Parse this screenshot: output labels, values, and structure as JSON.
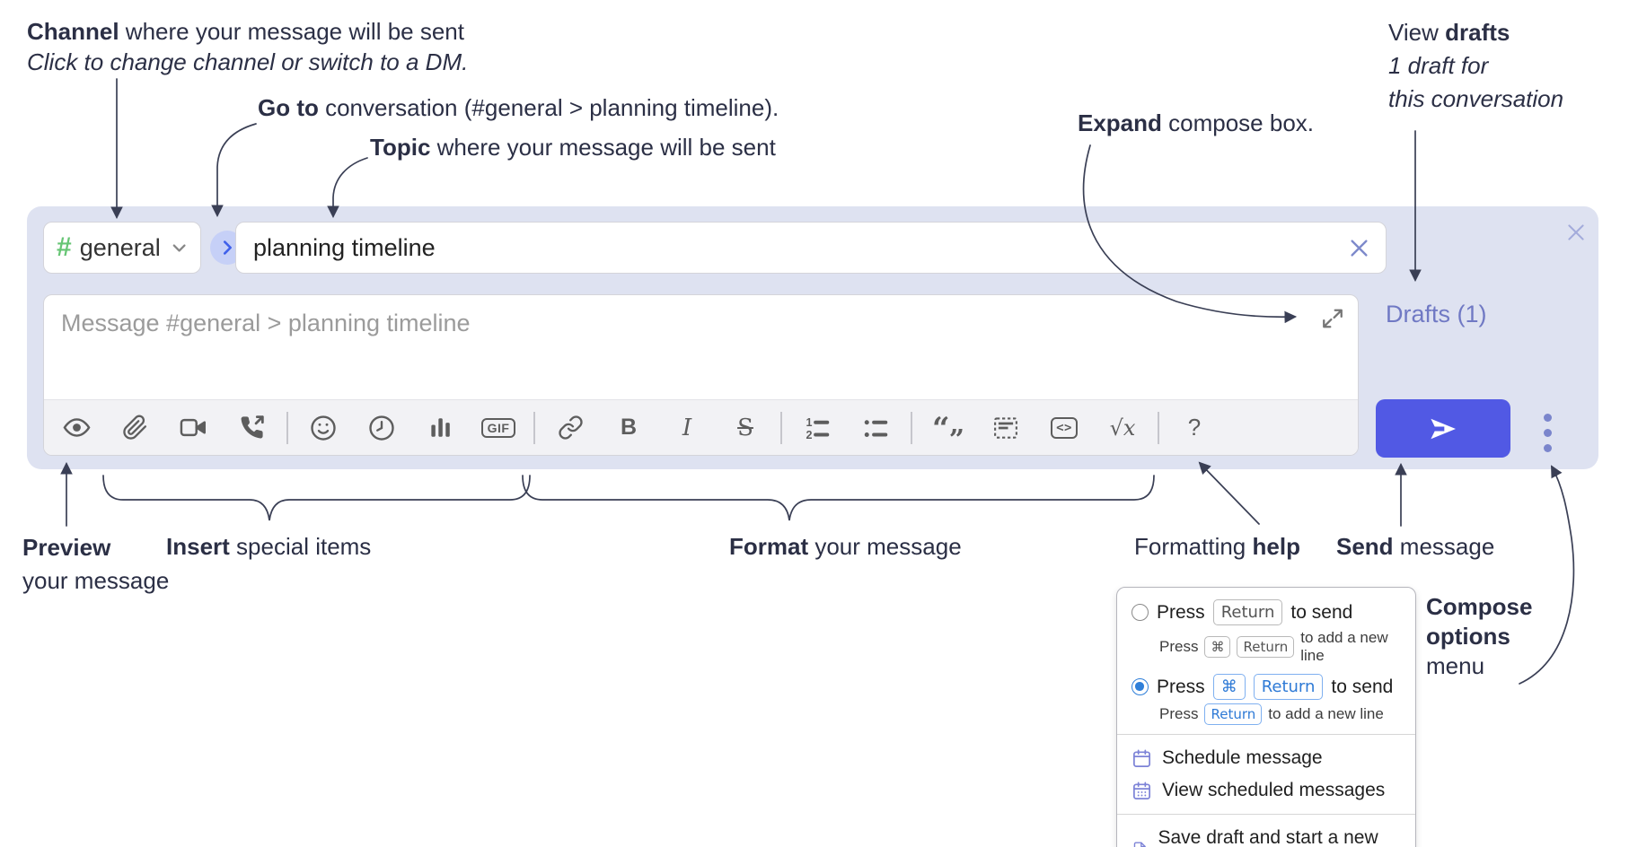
{
  "annotations": {
    "channel_line1_bold": "Channel",
    "channel_line1_rest": " where your message will be sent",
    "channel_line2": "Click to change channel or switch to a DM.",
    "goto_bold": "Go to",
    "goto_rest": " conversation (#general > planning timeline).",
    "topic_bold": "Topic",
    "topic_rest": " where your message will be sent",
    "expand_bold": "Expand",
    "expand_rest": " compose box.",
    "drafts_line1_pre": "View ",
    "drafts_line1_bold": "drafts",
    "drafts_line2": "1 draft for",
    "drafts_line3": "this conversation",
    "preview_bold": "Preview",
    "preview_line2": "your message",
    "insert_bold": "Insert",
    "insert_rest": " special items",
    "format_bold": "Format",
    "format_rest": " your message",
    "help_pre": "Formatting ",
    "help_bold": "help",
    "send_bold": "Send",
    "send_rest": " message",
    "options_line1": "Compose",
    "options_line2": "options",
    "options_line3": "menu"
  },
  "compose": {
    "channel_hash": "#",
    "channel_name": "general",
    "topic_value": "planning timeline",
    "message_placeholder": "Message #general > planning timeline",
    "drafts_link": "Drafts (1)",
    "toolbar": {
      "gif": "GIF",
      "bold": "B",
      "italic": "I",
      "strike": "S",
      "quote_open": "“",
      "quote_close": "”",
      "code": "<>",
      "math": "√x",
      "help": "?",
      "ol_1": "1",
      "ol_2": "2"
    }
  },
  "popup": {
    "opt1": {
      "press": "Press",
      "key": "Return",
      "rest": "to send",
      "sub_press": "Press",
      "sub_key1": "⌘",
      "sub_key2": "Return",
      "sub_rest": "to add a new line"
    },
    "opt2": {
      "press": "Press",
      "key1": "⌘",
      "key2": "Return",
      "rest": "to send",
      "sub_press": "Press",
      "sub_key": "Return",
      "sub_rest": "to add a new line"
    },
    "item_schedule": "Schedule message",
    "item_view_scheduled": "View scheduled messages",
    "item_save_draft": "Save draft and start a new message"
  },
  "colors": {
    "send_accent": "#5159e4",
    "compose_bg": "#dee2f1",
    "drafts_purple": "#7079c4",
    "key_blue": "#2e7ad6",
    "hash_green": "#66c574",
    "annotation_ink": "#2b2f45"
  }
}
